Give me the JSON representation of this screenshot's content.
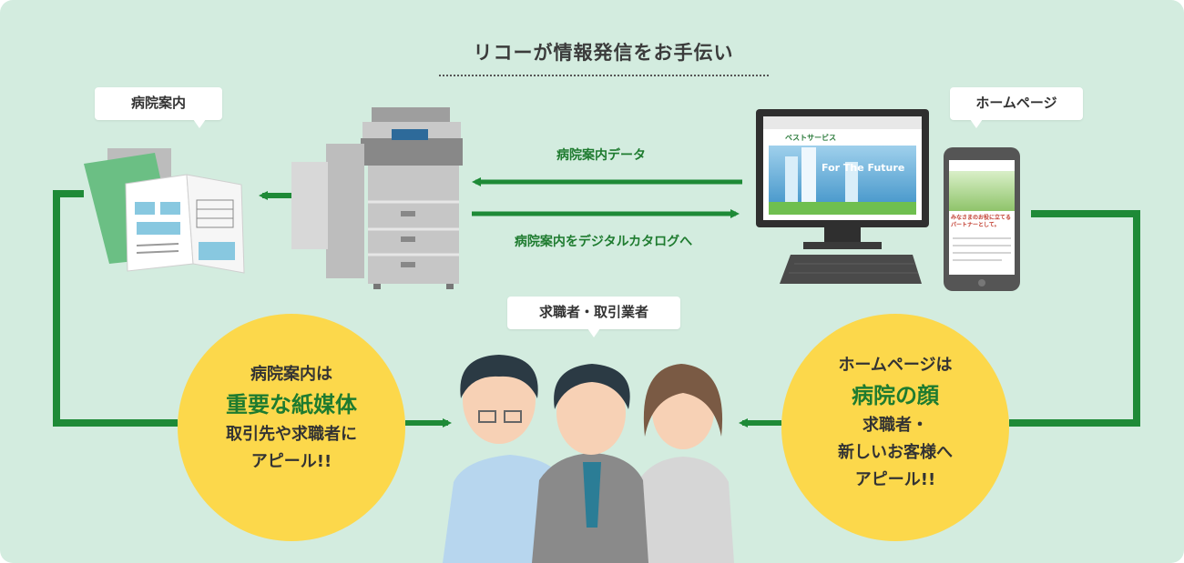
{
  "title": "リコーが情報発信をお手伝い",
  "tags": {
    "hospital_guide": "病院案内",
    "homepage": "ホームページ",
    "people": "求職者・取引業者"
  },
  "flows": {
    "to_printer": "病院案内データ",
    "to_web": "病院案内をデジタルカタログへ"
  },
  "left_circle": {
    "line1": "病院案内は",
    "highlight": "重要な紙媒体",
    "line3": "取引先や求職者に",
    "line4": "アピール!!"
  },
  "right_circle": {
    "line1": "ホームページは",
    "highlight": "病院の顔",
    "line3": "求職者・",
    "line4": "新しいお客様へ",
    "line5": "アピール!!"
  },
  "screen": {
    "site_name": "ベストサービス",
    "hero_text": "For The Future"
  },
  "phone": {
    "text": "みなさまのお役に立てるパートナーとして。"
  },
  "colors": {
    "background": "#d3ecdf",
    "arrow_green": "#1e8a37",
    "circle_yellow": "#fcd84b",
    "highlight_green": "#1e7b2f"
  }
}
